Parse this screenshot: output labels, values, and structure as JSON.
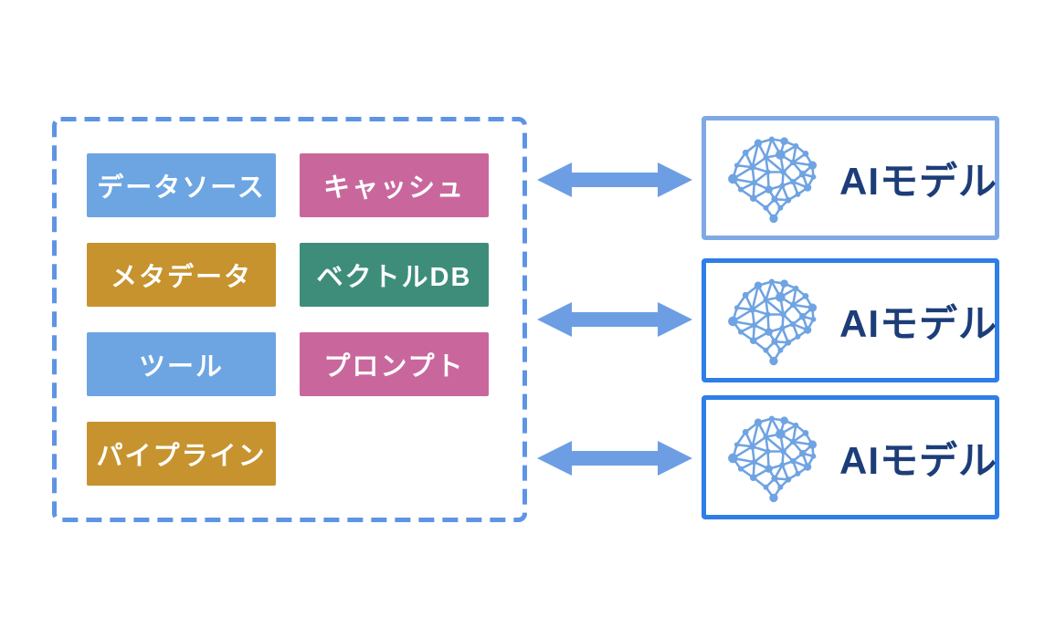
{
  "diagram": {
    "background": "#ffffff",
    "description": "Component group exchanging data bidirectionally with three AI models"
  },
  "component_group": {
    "border_color": "#5E94E4",
    "label_text_color": "#ffffff",
    "items": [
      {
        "label": "データソース",
        "color": "#6CA5E2"
      },
      {
        "label": "キャッシュ",
        "color": "#C9679D"
      },
      {
        "label": "メタデータ",
        "color": "#C7932F"
      },
      {
        "label": "ベクトルDB",
        "color": "#3E8D7B"
      },
      {
        "label": "ツール",
        "color": "#6CA5E2"
      },
      {
        "label": "プロンプト",
        "color": "#C9679D"
      },
      {
        "label": "パイプライン",
        "color": "#C7932F"
      }
    ]
  },
  "arrows": {
    "style": "bidirectional",
    "count": 3,
    "color": "#6D9EE4"
  },
  "ai_models": {
    "icon": "brain-network-icon",
    "icon_color": "#6FA3E2",
    "text_color": "#1C3D78",
    "boxes": [
      {
        "label": "AIモデル",
        "border_color": "#7FA9E6"
      },
      {
        "label": "AIモデル",
        "border_color": "#2E7EE8"
      },
      {
        "label": "AIモデル",
        "border_color": "#2E7EE8"
      }
    ]
  }
}
